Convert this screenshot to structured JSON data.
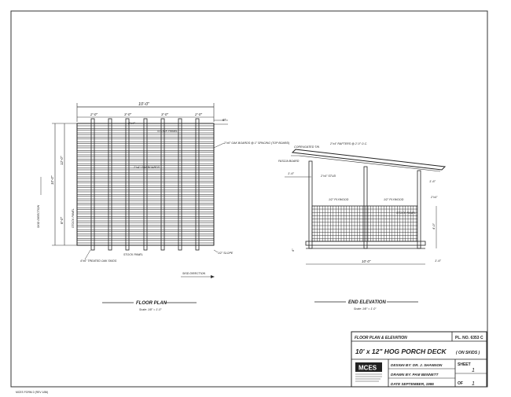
{
  "floor_plan": {
    "title": "FLOOR PLAN",
    "scale": "Scale: 1/8\" = 1'-0\"",
    "overall_width": "10'-0\"",
    "overall_length": "12'-0\"",
    "bay_dims": [
      "2'-0\"",
      "3'-0\"",
      "3'-0\"",
      "2'-0\""
    ],
    "top_right_dim": "6\"",
    "stock_panel_top": "STOCK PANEL",
    "post_note": "2\"x4\"",
    "board_note": "2\"x6\" OAK BOARDS @ 1\" SPACING (TOP BOARD)",
    "plank_note": "2\"x4\" OAK BOARDS",
    "left_dims": [
      "10'-0\"",
      "12'-0\"",
      "8'-0\""
    ],
    "stock_panel_left": "STOCK PANEL",
    "skid_direction_vertical": "SKID DIRECTION",
    "skid_note": "4\"x6\" TREATED OAK SKIDS",
    "stock_panel_bottom": "STOCK PANEL",
    "slope_note": "1/2\" SLOPE",
    "skid_direction": "SKID DIRECTION"
  },
  "end_elevation": {
    "title": "END ELEVATION",
    "scale": "Scale: 1/8\" = 1'-0\"",
    "roof_note": "CORRUGATED TIN",
    "rafter_note": "2\"x4\" RAFTERS @ 2'-0\" O.C.",
    "fascia_note": "FASCIA BOARD",
    "front_dim": "1'-6\"",
    "stud_note": "2\"x4\" STUD",
    "end_note": "1'-6\"",
    "plywood_left": "1/2\" PLYWOOD",
    "plywood_right": "1/2\" PLYWOOD",
    "right_post": "2\"x4\"",
    "stock_panel": "STOCK PANEL",
    "height_dim": "4'-0\"",
    "base_dim": "10'-0\"",
    "bottom_left": "6\"",
    "bottom_right": "1'-6\""
  },
  "title_block": {
    "drawing_title": "FLOOR PLAN & ELEVATION",
    "plan_number": "PL. NO. 6353 C",
    "project_title": "10' x 12\" HOG PORCH DECK",
    "project_subtitle": "( ON SKIDS )",
    "logo_text": "MCES",
    "design_by": "DESIGN BY: DR. J. SHANNON",
    "drawn_by": "DRAWN BY: PAM BENNETT",
    "date": "DATE SEPTEMBER, 1986",
    "sheet_label": "SHEET",
    "sheet_number": "1",
    "of_label": "OF",
    "of_number": "1"
  },
  "footer_text": "MCES FORM 2 (REV 1/86)"
}
